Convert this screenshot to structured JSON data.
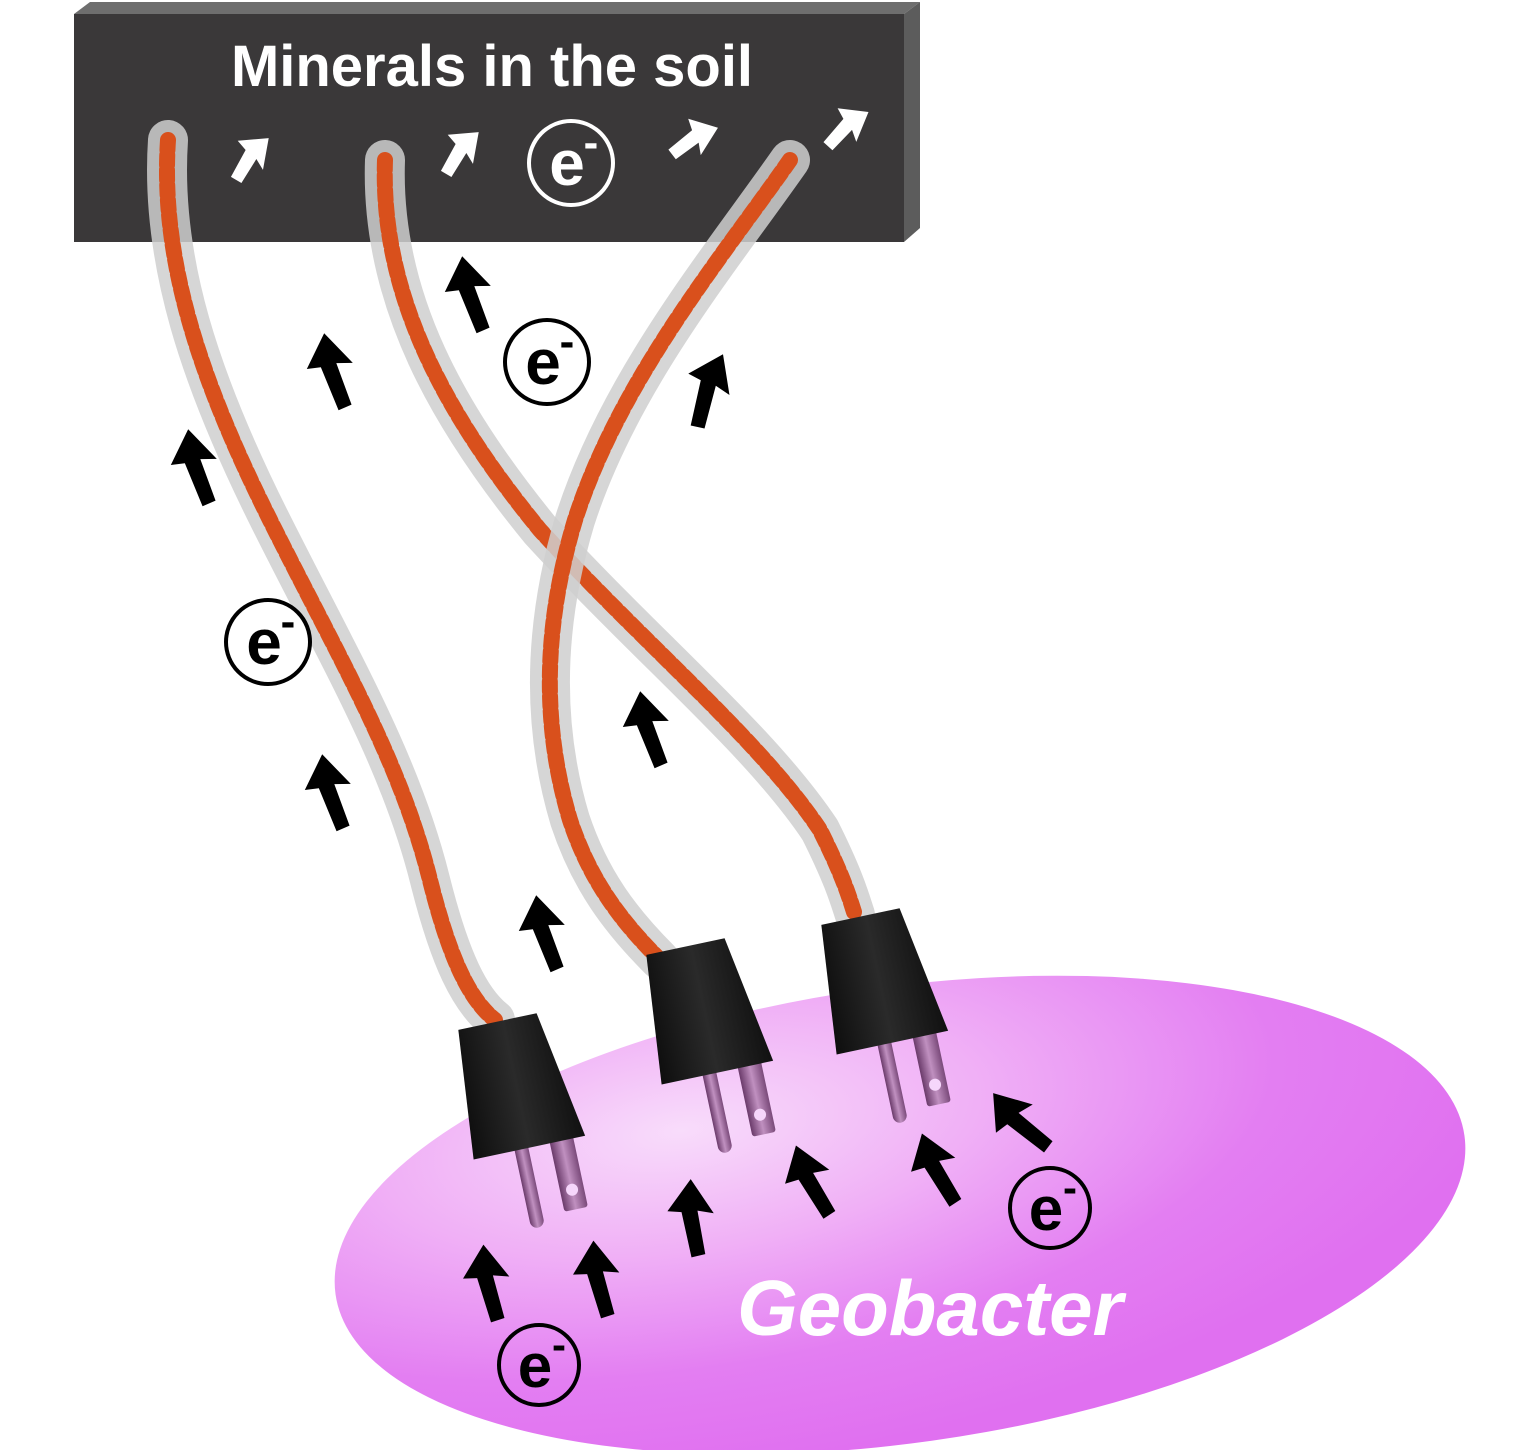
{
  "diagram": {
    "title": "Minerals in the soil",
    "cell_label": "Geobacter",
    "electron_symbol": "e",
    "electron_charge": "-",
    "colors": {
      "mineral_block": "#3a3839",
      "mineral_block_side": "#5e5e5e",
      "mineral_block_top": "#707070",
      "cell_fill": "#e070f0",
      "cell_highlight": "#f6d6fb",
      "wire_sheath": "#d4d4d4",
      "wire_core": "#d9501c",
      "plug_body": "#1e1e1e",
      "prong": "#9a6a9a",
      "arrow_dark": "#000000",
      "arrow_light": "#ffffff"
    },
    "elements": {
      "mineral_block": "mineral-block",
      "cell": "geobacter-cell",
      "wires": [
        "nanowire-1",
        "nanowire-2",
        "nanowire-3"
      ],
      "plugs": [
        "plug-1",
        "plug-2",
        "plug-3"
      ]
    }
  }
}
